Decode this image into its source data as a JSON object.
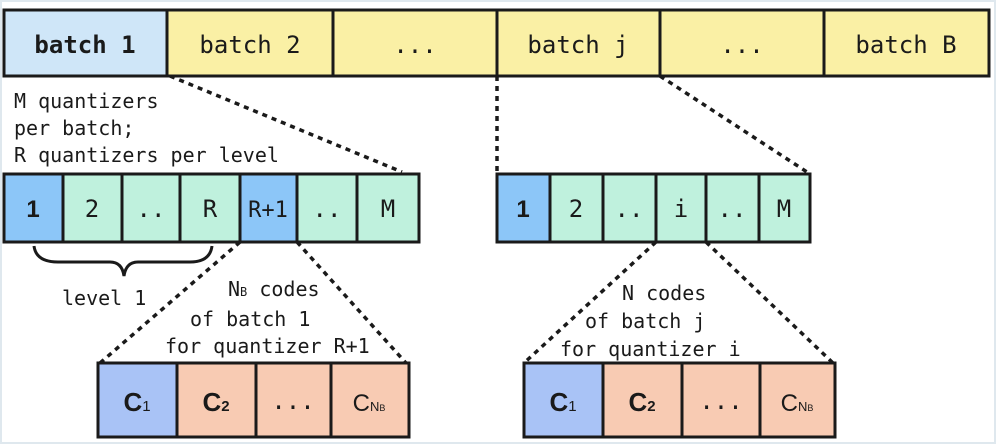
{
  "colors": {
    "highlight_blue": "#cfe6f8",
    "batch_yellow": "#faf0a5",
    "quant_blue": "#8cc6f8",
    "quant_green": "#bff1dd",
    "code_blue": "#a9c3f6",
    "code_peach": "#f8cbb3",
    "line": "#1a1a1a"
  },
  "batches": [
    "batch 1",
    "batch 2",
    "...",
    "batch j",
    "...",
    "batch B"
  ],
  "note": {
    "line1": "M quantizers",
    "line2": "per batch;",
    "line3": "R quantizers per level"
  },
  "quantizers_left": [
    "1",
    "2",
    "..",
    "R",
    "R+1",
    "..",
    "M"
  ],
  "quantizers_right": [
    "1",
    "2",
    "..",
    "i",
    "..",
    "M"
  ],
  "level_label": "level 1",
  "codes_left_caption": {
    "line1_symbol": "N",
    "line1_sub": "B",
    "line1_rest": " codes",
    "line2": "of batch 1",
    "line3": "for quantizer R+1"
  },
  "codes_right_caption": {
    "line1": "N codes",
    "line2": "of batch j",
    "line3": "for quantizer i"
  },
  "codes_left": {
    "c1": "C",
    "c1_sub": "1",
    "c2": "C",
    "c2_sub": "2",
    "dots": "...",
    "cn": "C",
    "cn_sub": "N",
    "cn_subsub": "B"
  },
  "codes_right": {
    "c1": "C",
    "c1_sub": "1",
    "c2": "C",
    "c2_sub": "2",
    "dots": "...",
    "cn": "C",
    "cn_sub": "N",
    "cn_subsub": "B"
  }
}
